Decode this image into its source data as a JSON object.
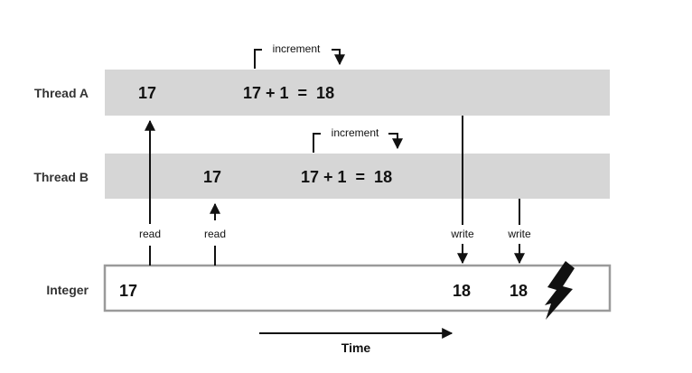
{
  "rows": {
    "thread_a": {
      "label": "Thread A"
    },
    "thread_b": {
      "label": "Thread B"
    },
    "integer": {
      "label": "Integer"
    }
  },
  "thread_a": {
    "read_value": "17",
    "compute": "17 + 1  =  18",
    "increment_label": "increment"
  },
  "thread_b": {
    "read_value": "17",
    "compute": "17 + 1  =  18",
    "increment_label": "increment"
  },
  "integer": {
    "initial_value": "17",
    "value_after_a": "18",
    "value_after_b": "18"
  },
  "operations": {
    "read_a": "read",
    "read_b": "read",
    "write_a": "write",
    "write_b": "write"
  },
  "axis": {
    "time_label": "Time"
  },
  "colors": {
    "thread_band": "#d6d6d6",
    "integer_border": "#9a9a9a",
    "ink": "#111111"
  }
}
